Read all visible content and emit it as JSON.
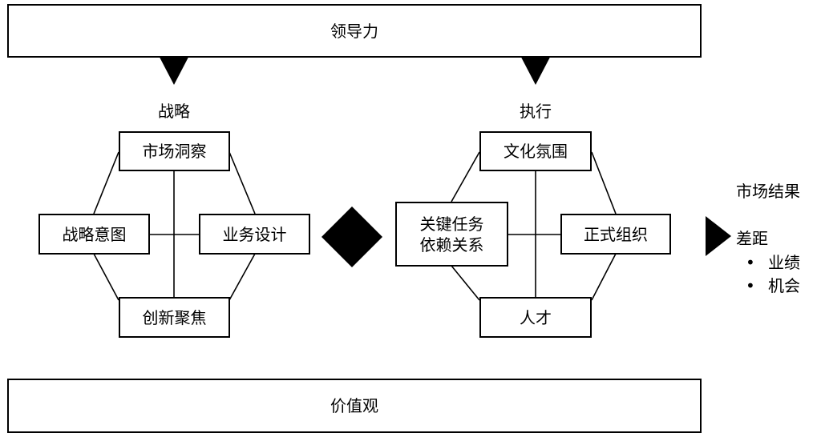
{
  "top_bar": {
    "label": "领导力"
  },
  "bottom_bar": {
    "label": "价值观"
  },
  "strategy": {
    "title": "战略",
    "market_insight": "市场洞察",
    "strategic_intent": "战略意图",
    "business_design": "业务设计",
    "innovation_focus": "创新聚焦"
  },
  "execution": {
    "title": "执行",
    "culture": "文化氛围",
    "key_tasks_line1": "关键任务",
    "key_tasks_line2": "依赖关系",
    "formal_org": "正式组织",
    "talent": "人才"
  },
  "outcome": {
    "market_result": "市场结果",
    "gap": "差距",
    "gap_items": [
      "业绩",
      "机会"
    ],
    "bullet": "•"
  }
}
